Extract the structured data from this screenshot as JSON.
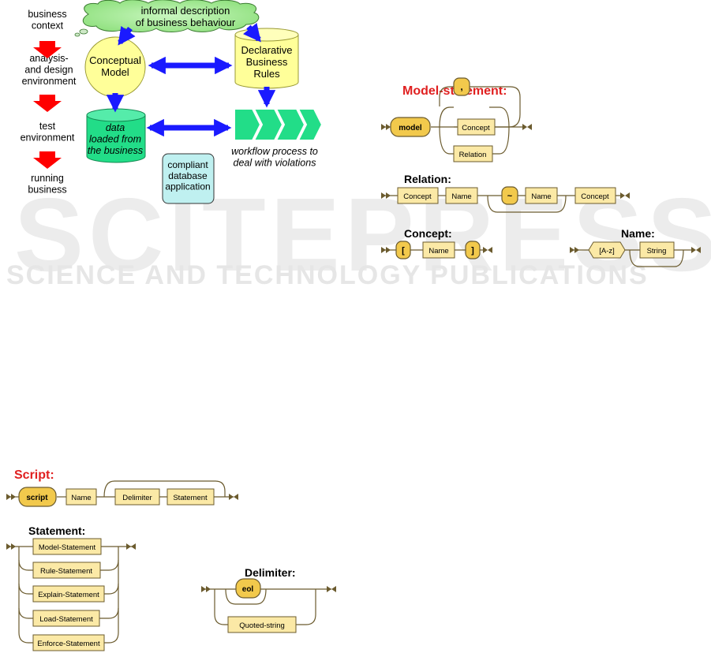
{
  "flow": {
    "stages": [
      "business\ncontext",
      "analysis-\nand design\nenvironment",
      "test\nenvironment",
      "running\nbusiness"
    ],
    "cloud": "informal description\nof business behaviour",
    "conceptual_model": "Conceptual\nModel",
    "business_rules": "Declarative\nBusiness\nRules",
    "data": "data\nloaded from\nthe business",
    "workflow": "workflow process to\ndeal with violations",
    "application": "compliant\ndatabase\napplication"
  },
  "model_statement": {
    "title": "Model-statement:",
    "keyword": "model",
    "comma": ",",
    "concept": "Concept",
    "relation": "Relation"
  },
  "relation": {
    "title": "Relation:",
    "concept1": "Concept",
    "name1": "Name",
    "tilde": "~",
    "name2": "Name",
    "concept2": "Concept"
  },
  "concept": {
    "title": "Concept:",
    "open": "[",
    "name": "Name",
    "close": "]"
  },
  "name": {
    "title": "Name:",
    "range": "[A-z]",
    "string": "String"
  },
  "script": {
    "title": "Script:",
    "keyword": "script",
    "name": "Name",
    "delimiter": "Delimiter",
    "statement": "Statement"
  },
  "statement": {
    "title": "Statement:",
    "options": [
      "Model-Statement",
      "Rule-Statement",
      "Explain-Statement",
      "Load-Statement",
      "Enforce-Statement"
    ]
  },
  "delimiter": {
    "title": "Delimiter:",
    "eol": "eol",
    "quoted": "Quoted-string"
  },
  "watermark": {
    "main": "SCITEPRESS",
    "sub": "SCIENCE AND TECHNOLOGY PUBLICATIONS"
  },
  "colors": {
    "arrow_blue": "#1a1aff",
    "red_arrow": "#ff0000",
    "cloud_green": "#aef0a0",
    "model_yellow": "#ffff99",
    "data_green": "#22dd88",
    "app_cyan": "#bff0f0",
    "rr_box": "#fbe9a6",
    "rr_terminal": "#f2c94c",
    "rr_line": "#6b5b2e",
    "title_red": "#e02020"
  }
}
